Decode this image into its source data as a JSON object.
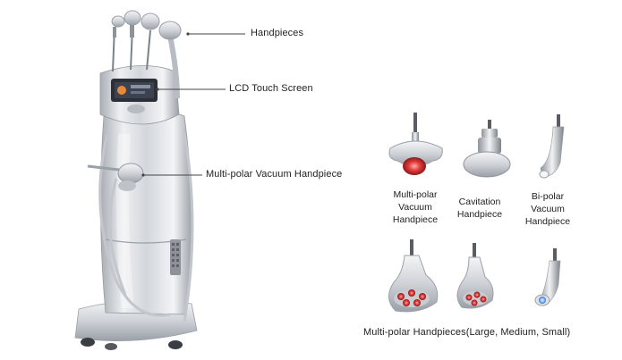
{
  "callouts": {
    "handpieces": "Handpieces",
    "lcd": "LCD Touch Screen",
    "vacuum": "Multi-polar Vacuum Handpiece"
  },
  "products": {
    "top": [
      {
        "lines": [
          "Multi-polar",
          "Vacuum",
          "Handpiece"
        ]
      },
      {
        "lines": [
          "Cavitation",
          "Handpiece"
        ]
      },
      {
        "lines": [
          "Bi-polar",
          "Vacuum",
          "Handpiece"
        ]
      }
    ],
    "bottom_caption": "Multi-polar Handpieces(Large, Medium, Small)"
  },
  "colors": {
    "body_silver": "#d6d9de",
    "body_highlight": "#f4f5f7",
    "body_shadow": "#9aa0a8",
    "led_red": "#e23a3a",
    "led_blue": "#7fb2ff",
    "screen": "#2c2f36",
    "screen_orange": "#e58a3a"
  }
}
